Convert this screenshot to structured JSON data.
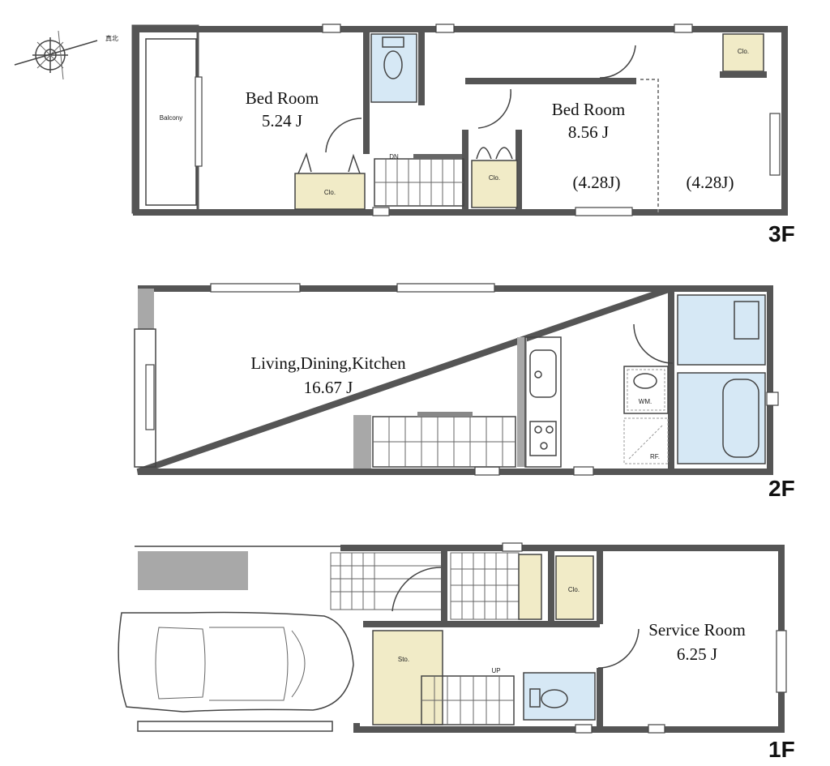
{
  "colors": {
    "wall": "#555555",
    "wet_area": "#d6e8f5",
    "storage": "#f1ebc7",
    "solid": "#a8a8a8"
  },
  "compass": {
    "label": "真北",
    "icon": "compass-rose-icon"
  },
  "floor3": {
    "label": "3F",
    "balcony": "Balcony",
    "bed1_name": "Bed Room",
    "bed1_size": "5.24 J",
    "bed2_name": "Bed Room",
    "bed2_size": "8.56 J",
    "split_left": "(4.28J)",
    "split_right": "(4.28J)",
    "clo_a": "Clo.",
    "clo_b": "Clo.",
    "clo_c": "Clo.",
    "stair_dn": "DN"
  },
  "floor2": {
    "label": "2F",
    "ldk_name": "Living,Dining,Kitchen",
    "ldk_size": "16.67 J",
    "wm": "WM.",
    "rf": "RF."
  },
  "floor1": {
    "label": "1F",
    "service_name": "Service Room",
    "service_size": "6.25 J",
    "clo": "Clo.",
    "sto": "Sto.",
    "stair_up": "UP"
  }
}
